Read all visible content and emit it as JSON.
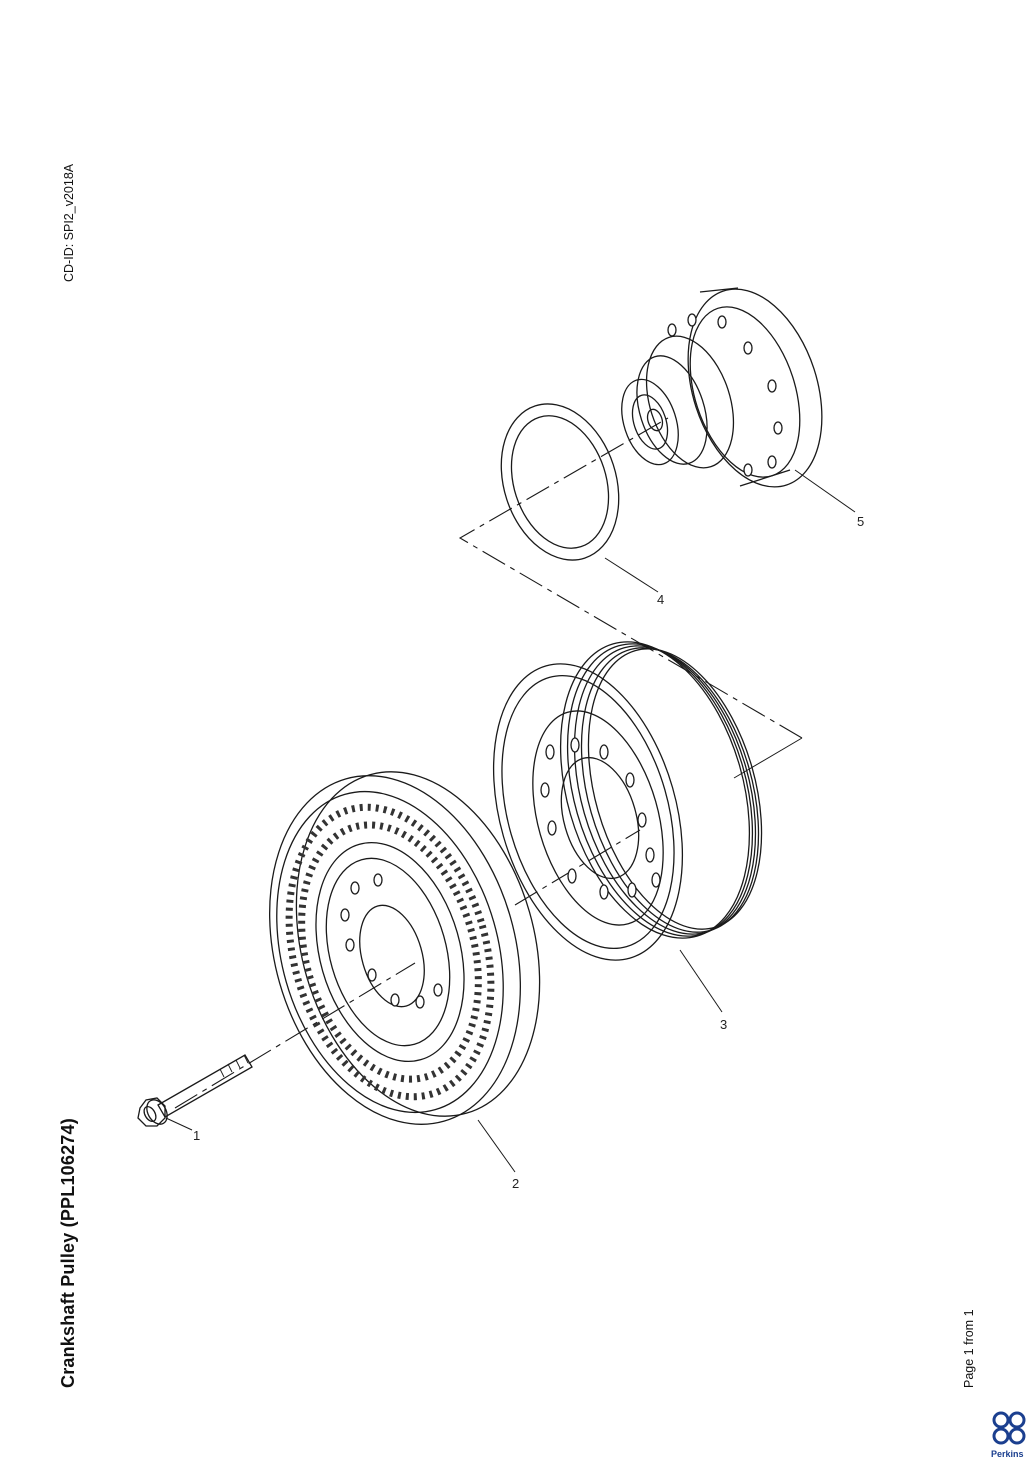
{
  "document": {
    "title": "Crankshaft Pulley (PPL106274)",
    "cd_id": "CD-ID: SPI2_v2018A",
    "page": "Page 1 from 1",
    "brand": "Perkins"
  },
  "callouts": [
    "1",
    "2",
    "3",
    "4",
    "5"
  ],
  "colors": {
    "line": "#1a1a1a",
    "brand": "#1b3f8f"
  },
  "icons": [
    "perkins-logo-icon"
  ]
}
